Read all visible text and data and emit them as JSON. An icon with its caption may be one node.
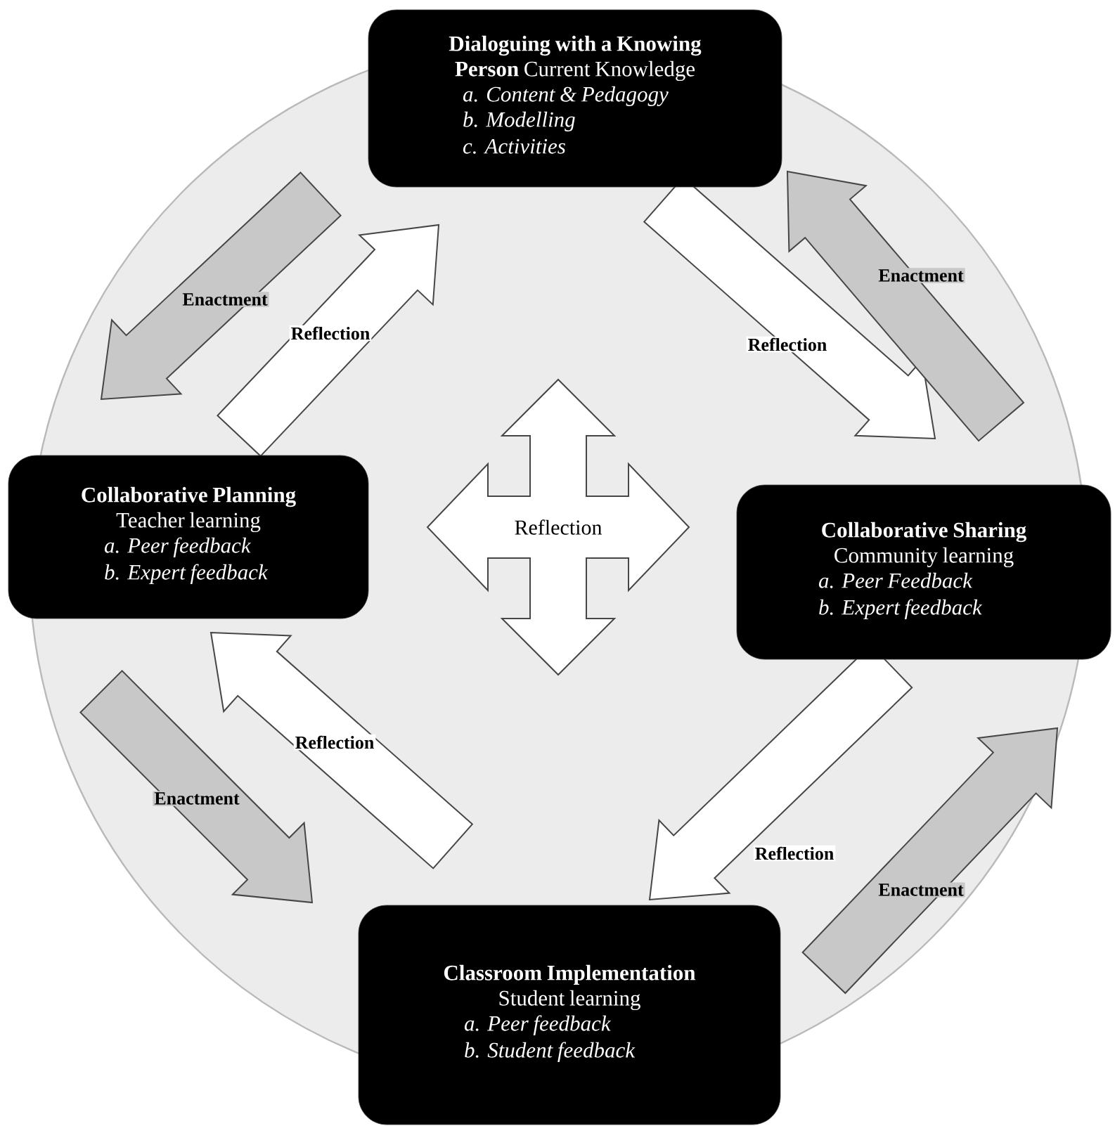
{
  "diagram": {
    "nodes": [
      {
        "text": [
          "Dialoguing with a Knowing Person",
          "Current Knowledge",
          "a. Content & Pedagogy",
          "b. Modelling",
          "c. Activities"
        ]
      },
      {
        "text": [
          "Collaborative Planning",
          "Teacher learning",
          "a. Peer feedback",
          "b. Expert feedback"
        ]
      },
      {
        "text": [
          "Collaborative Sharing",
          "Community learning",
          "a. Peer Feedback",
          "b. Expert feedback"
        ]
      },
      {
        "text": [
          "Classroom Implementation",
          "Student learning",
          "a. Peer feedback",
          "b. Student feedback"
        ]
      },
      {
        "text": [
          "Reflection"
        ]
      }
    ],
    "edges": [
      {
        "from": 0,
        "to": 1,
        "arrow": "to",
        "label": "Enactment",
        "color": "#c8c8c8"
      },
      {
        "from": 1,
        "to": 0,
        "arrow": "to",
        "label": "Reflection",
        "color": "#ffffff"
      },
      {
        "from": 0,
        "to": 2,
        "arrow": "to",
        "label": "Reflection",
        "color": "#ffffff"
      },
      {
        "from": 2,
        "to": 0,
        "arrow": "to",
        "label": "Enactment",
        "color": "#c8c8c8"
      },
      {
        "from": 1,
        "to": 3,
        "arrow": "to",
        "label": "Enactment",
        "color": "#c8c8c8"
      },
      {
        "from": 3,
        "to": 1,
        "arrow": "to",
        "label": "Reflection",
        "color": "#ffffff"
      },
      {
        "from": 2,
        "to": 3,
        "arrow": "to",
        "label": "Reflection",
        "color": "#ffffff"
      },
      {
        "from": 3,
        "to": 2,
        "arrow": "to",
        "label": "Enactment",
        "color": "#c8c8c8"
      }
    ]
  }
}
